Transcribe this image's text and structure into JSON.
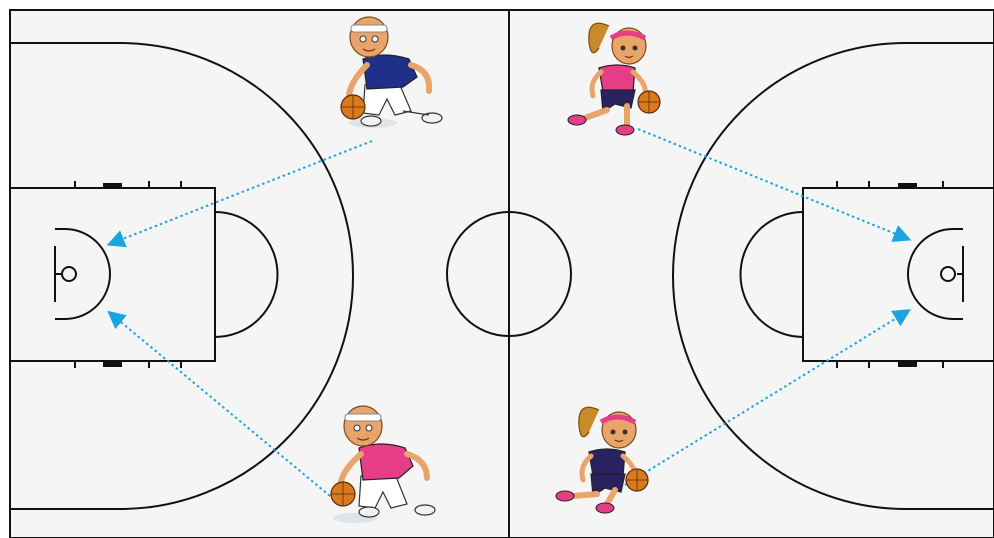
{
  "court": {
    "floor_color": "#f5f5f5",
    "line_color": "#111111",
    "pass_arrow_color": "#1aa4e0"
  },
  "players": [
    {
      "id": "boy-blue",
      "jersey_color": "#1f2f8a",
      "shorts_color": "#ffffff",
      "ball_color": "#d97a1e"
    },
    {
      "id": "girl-pink-top",
      "jersey_color": "#e53e86",
      "shorts_color": "#2a2260",
      "ball_color": "#d97a1e"
    },
    {
      "id": "boy-pink",
      "jersey_color": "#e53e86",
      "shorts_color": "#ffffff",
      "ball_color": "#d97a1e"
    },
    {
      "id": "girl-navy-bottom",
      "jersey_color": "#2a2260",
      "shorts_color": "#2a2260",
      "ball_color": "#d97a1e"
    }
  ]
}
